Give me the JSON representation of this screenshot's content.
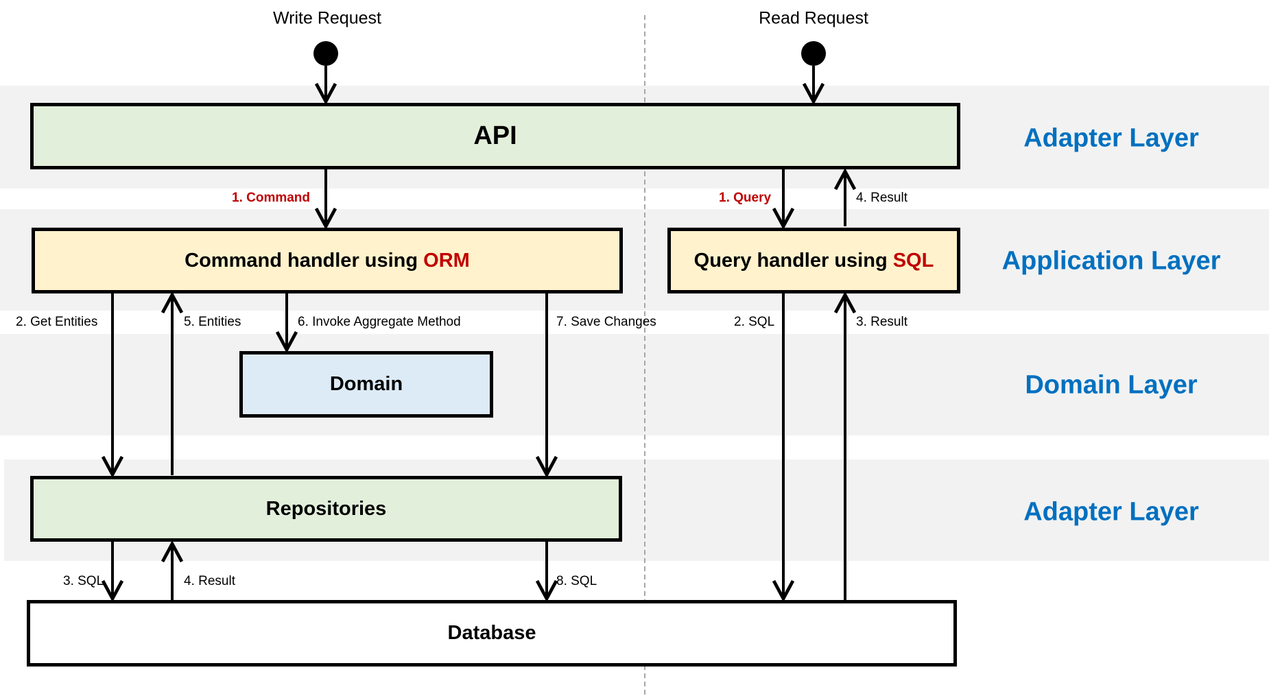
{
  "requests": {
    "write": "Write Request",
    "read": "Read Request"
  },
  "layers": {
    "adapter_top": "Adapter Layer",
    "application": "Application Layer",
    "domain": "Domain Layer",
    "adapter_bottom": "Adapter Layer"
  },
  "boxes": {
    "api": "API",
    "command_handler": {
      "prefix": "Command handler using ",
      "highlight": "ORM"
    },
    "query_handler": {
      "prefix": "Query handler using ",
      "highlight": "SQL"
    },
    "domain": "Domain",
    "repositories": "Repositories",
    "database": "Database"
  },
  "edges": {
    "command": "1. Command",
    "query": "1. Query",
    "result_api": "4. Result",
    "get_entities": "2. Get Entities",
    "entities": "5. Entities",
    "invoke": "6. Invoke Aggregate Method",
    "save_changes": "7. Save Changes",
    "query_sql": "2. SQL",
    "query_result": "3. Result",
    "repo_sql": "3. SQL",
    "repo_result": "4. Result",
    "repo_save_sql": "8. SQL"
  },
  "colors": {
    "adapter_fill": "#e2efda",
    "application_fill": "#fff2cc",
    "domain_fill": "#ddebf7",
    "layer_text": "#0070c0",
    "highlight_text": "#c00000",
    "band_fill": "#f2f2f2"
  }
}
